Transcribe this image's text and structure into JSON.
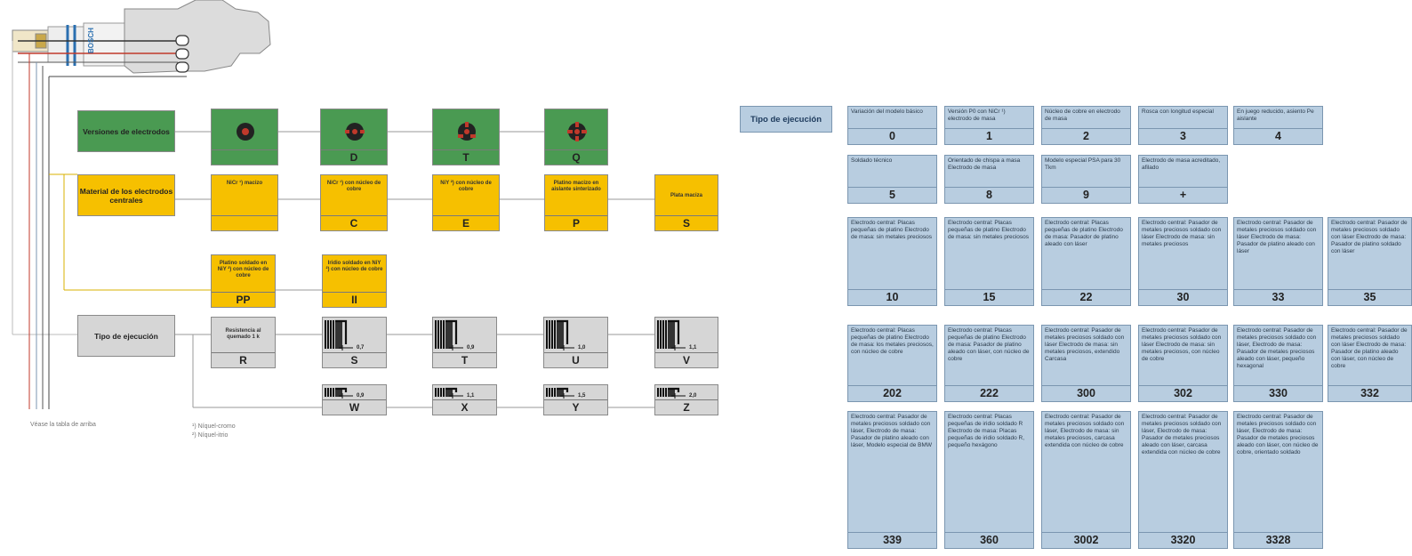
{
  "plug_brand": "BOSCH",
  "left": {
    "row_headers": [
      {
        "key": "versions",
        "text": "Versiones de electrodos",
        "color": "#4a9a52"
      },
      {
        "key": "material",
        "text": "Material de los electrodos centrales",
        "color": "#f6c000"
      },
      {
        "key": "tipo",
        "text": "Tipo de ejecución",
        "color": "#d6d6d6"
      }
    ],
    "versions": [
      {
        "code": "",
        "icon": "disc"
      },
      {
        "code": "D",
        "icon": "disc-two"
      },
      {
        "code": "T",
        "icon": "disc-three"
      },
      {
        "code": "Q",
        "icon": "disc-four"
      }
    ],
    "materials": [
      {
        "text": "NiCr ¹) macizo",
        "code": ""
      },
      {
        "text": "NiCr ¹) con núcleo de cobre",
        "code": "C"
      },
      {
        "text": "NiY ²) con núcleo de cobre",
        "code": "E"
      },
      {
        "text": "Platino macizo en aislante sinterizado",
        "code": "P"
      },
      {
        "text": "Plata maciza",
        "code": "S"
      },
      {
        "text": "Platino soldado en NiY ²) con núcleo de cobre",
        "code": "PP"
      },
      {
        "text": "Iridio soldado en NiY ²) con núcleo de cobre",
        "code": "II"
      }
    ],
    "tipos": [
      {
        "text": "Resistencia al quemado 1 k",
        "code": "R",
        "gap": ""
      },
      {
        "code": "S",
        "gap": "0,7"
      },
      {
        "code": "T",
        "gap": "0,9"
      },
      {
        "code": "U",
        "gap": "1,0"
      },
      {
        "code": "V",
        "gap": "1,1"
      },
      {
        "code": "W",
        "gap": "0,9"
      },
      {
        "code": "X",
        "gap": "1,1"
      },
      {
        "code": "Y",
        "gap": "1,5"
      },
      {
        "code": "Z",
        "gap": "2,0"
      }
    ],
    "notes": {
      "see_table": "Véase la tabla de arriba",
      "foot1": "¹) Níquel-cromo",
      "foot2": "²) Níquel-itrio"
    }
  },
  "right": {
    "header": "Tipo de ejecución",
    "rows": [
      [
        {
          "desc": "Variación del modelo básico",
          "code": "0"
        },
        {
          "desc": "Versión P0 con NiCr ¹) electrodo de masa",
          "code": "1"
        },
        {
          "desc": "Núcleo de cobre en electrodo de masa",
          "code": "2"
        },
        {
          "desc": "Rosca con longitud especial",
          "code": "3"
        },
        {
          "desc": "En juego reducido, asiento Pe aislante",
          "code": "4"
        }
      ],
      [
        {
          "desc": "Soldado técnico",
          "code": "5"
        },
        {
          "desc": "Orientado de chispa a masa Electrodo de masa",
          "code": "8"
        },
        {
          "desc": "Modelo especial PSA para 30 Tkm",
          "code": "9"
        },
        {
          "desc": "Electrodo de masa acreditado, afilado",
          "code": "+"
        }
      ],
      [
        {
          "desc": "Electrodo central: Placas pequeñas de platino Electrodo de masa: sin metales preciosos",
          "code": "10"
        },
        {
          "desc": "Electrodo central: Placas pequeñas de platino Electrodo de masa: sin metales preciosos",
          "code": "15"
        },
        {
          "desc": "Electrodo central: Placas pequeñas de platino Electrodo de masa: Pasador de platino aleado con láser",
          "code": "22"
        },
        {
          "desc": "Electrodo central: Pasador de metales preciosos soldado con láser Electrodo de masa: sin metales preciosos",
          "code": "30"
        },
        {
          "desc": "Electrodo central: Pasador de metales preciosos soldado con láser Electrodo de masa: Pasador de platino aleado con láser",
          "code": "33"
        },
        {
          "desc": "Electrodo central: Pasador de metales preciosos soldado con láser Electrodo de masa: Pasador de platino soldado con láser",
          "code": "35"
        }
      ],
      [
        {
          "desc": "Electrodo central: Placas pequeñas de platino Electrodo de masa: los metales preciosos, con núcleo de cobre",
          "code": "202"
        },
        {
          "desc": "Electrodo central: Placas pequeñas de platino Electrodo de masa: Pasador de platino aleado con láser, con núcleo de cobre",
          "code": "222"
        },
        {
          "desc": "Electrodo central: Pasador de metales preciosos soldado con láser Electrodo de masa: sin metales preciosos, extendido Carcasa",
          "code": "300"
        },
        {
          "desc": "Electrodo central: Pasador de metales preciosos soldado con láser Electrodo de masa: sin metales preciosos, con núcleo de cobre",
          "code": "302"
        },
        {
          "desc": "Electrodo central: Pasador de metales preciosos soldado con láser, Electrodo de masa: Pasador de metales preciosos aleado con láser, pequeño hexagonal",
          "code": "330"
        },
        {
          "desc": "Electrodo central: Pasador de metales preciosos soldado con láser Electrodo de masa: Pasador de platino aleado con láser, con núcleo de cobre",
          "code": "332"
        }
      ],
      [
        {
          "desc": "Electrodo central: Pasador de metales preciosos soldado con láser, Electrodo de masa: Pasador de platino aleado con láser, Modelo especial de BMW",
          "code": "339"
        },
        {
          "desc": "Electrodo central: Placas pequeñas de iridio soldado R Electrodo de masa: Placas pequeñas de iridio soldado R, pequeño hexágono",
          "code": "360"
        },
        {
          "desc": "Electrodo central: Pasador de metales preciosos soldado con láser, Electrodo de masa: sin metales preciosos, carcasa extendida con núcleo de cobre",
          "code": "3002"
        },
        {
          "desc": "Electrodo central: Pasador de metales preciosos soldado con láser, Electrodo de masa: Pasador de metales preciosos aleado con láser, carcasa extendida con núcleo de cobre",
          "code": "3320"
        },
        {
          "desc": "Electrodo central: Pasador de metales preciosos soldado con láser, Electrodo de masa: Pasador de metales preciosos aleado con láser, con núcleo de cobre, orientado soldado",
          "code": "3328"
        }
      ]
    ]
  }
}
